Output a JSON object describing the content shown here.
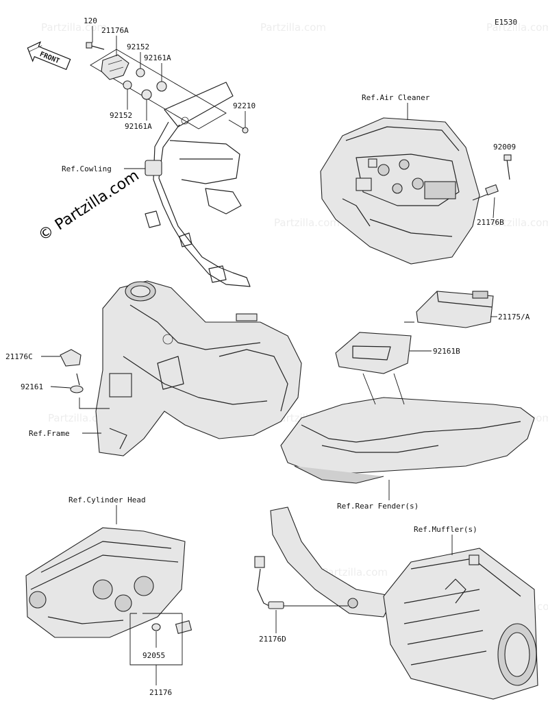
{
  "diagram_code": "E1530",
  "front_label": "FRONT",
  "watermark": "© Partzilla.com",
  "watermark_small": "Partzilla.com",
  "labels": {
    "p120": "120",
    "p21176A": "21176A",
    "p92152a": "92152",
    "p92161Aa": "92161A",
    "p92152b": "92152",
    "p92161Ab": "92161A",
    "p92210": "92210",
    "refCowling": "Ref.Cowling",
    "refAirCleaner": "Ref.Air Cleaner",
    "p92009": "92009",
    "p21176B": "21176B",
    "p21176C": "21176C",
    "p92161": "92161",
    "refFrame": "Ref.Frame",
    "p21175A": "21175/A",
    "p92161B": "92161B",
    "refRearFender": "Ref.Rear Fender(s)",
    "refCylinderHead": "Ref.Cylinder Head",
    "refMuffler": "Ref.Muffler(s)",
    "p92055": "92055",
    "p21176": "21176",
    "p21176D": "21176D"
  }
}
